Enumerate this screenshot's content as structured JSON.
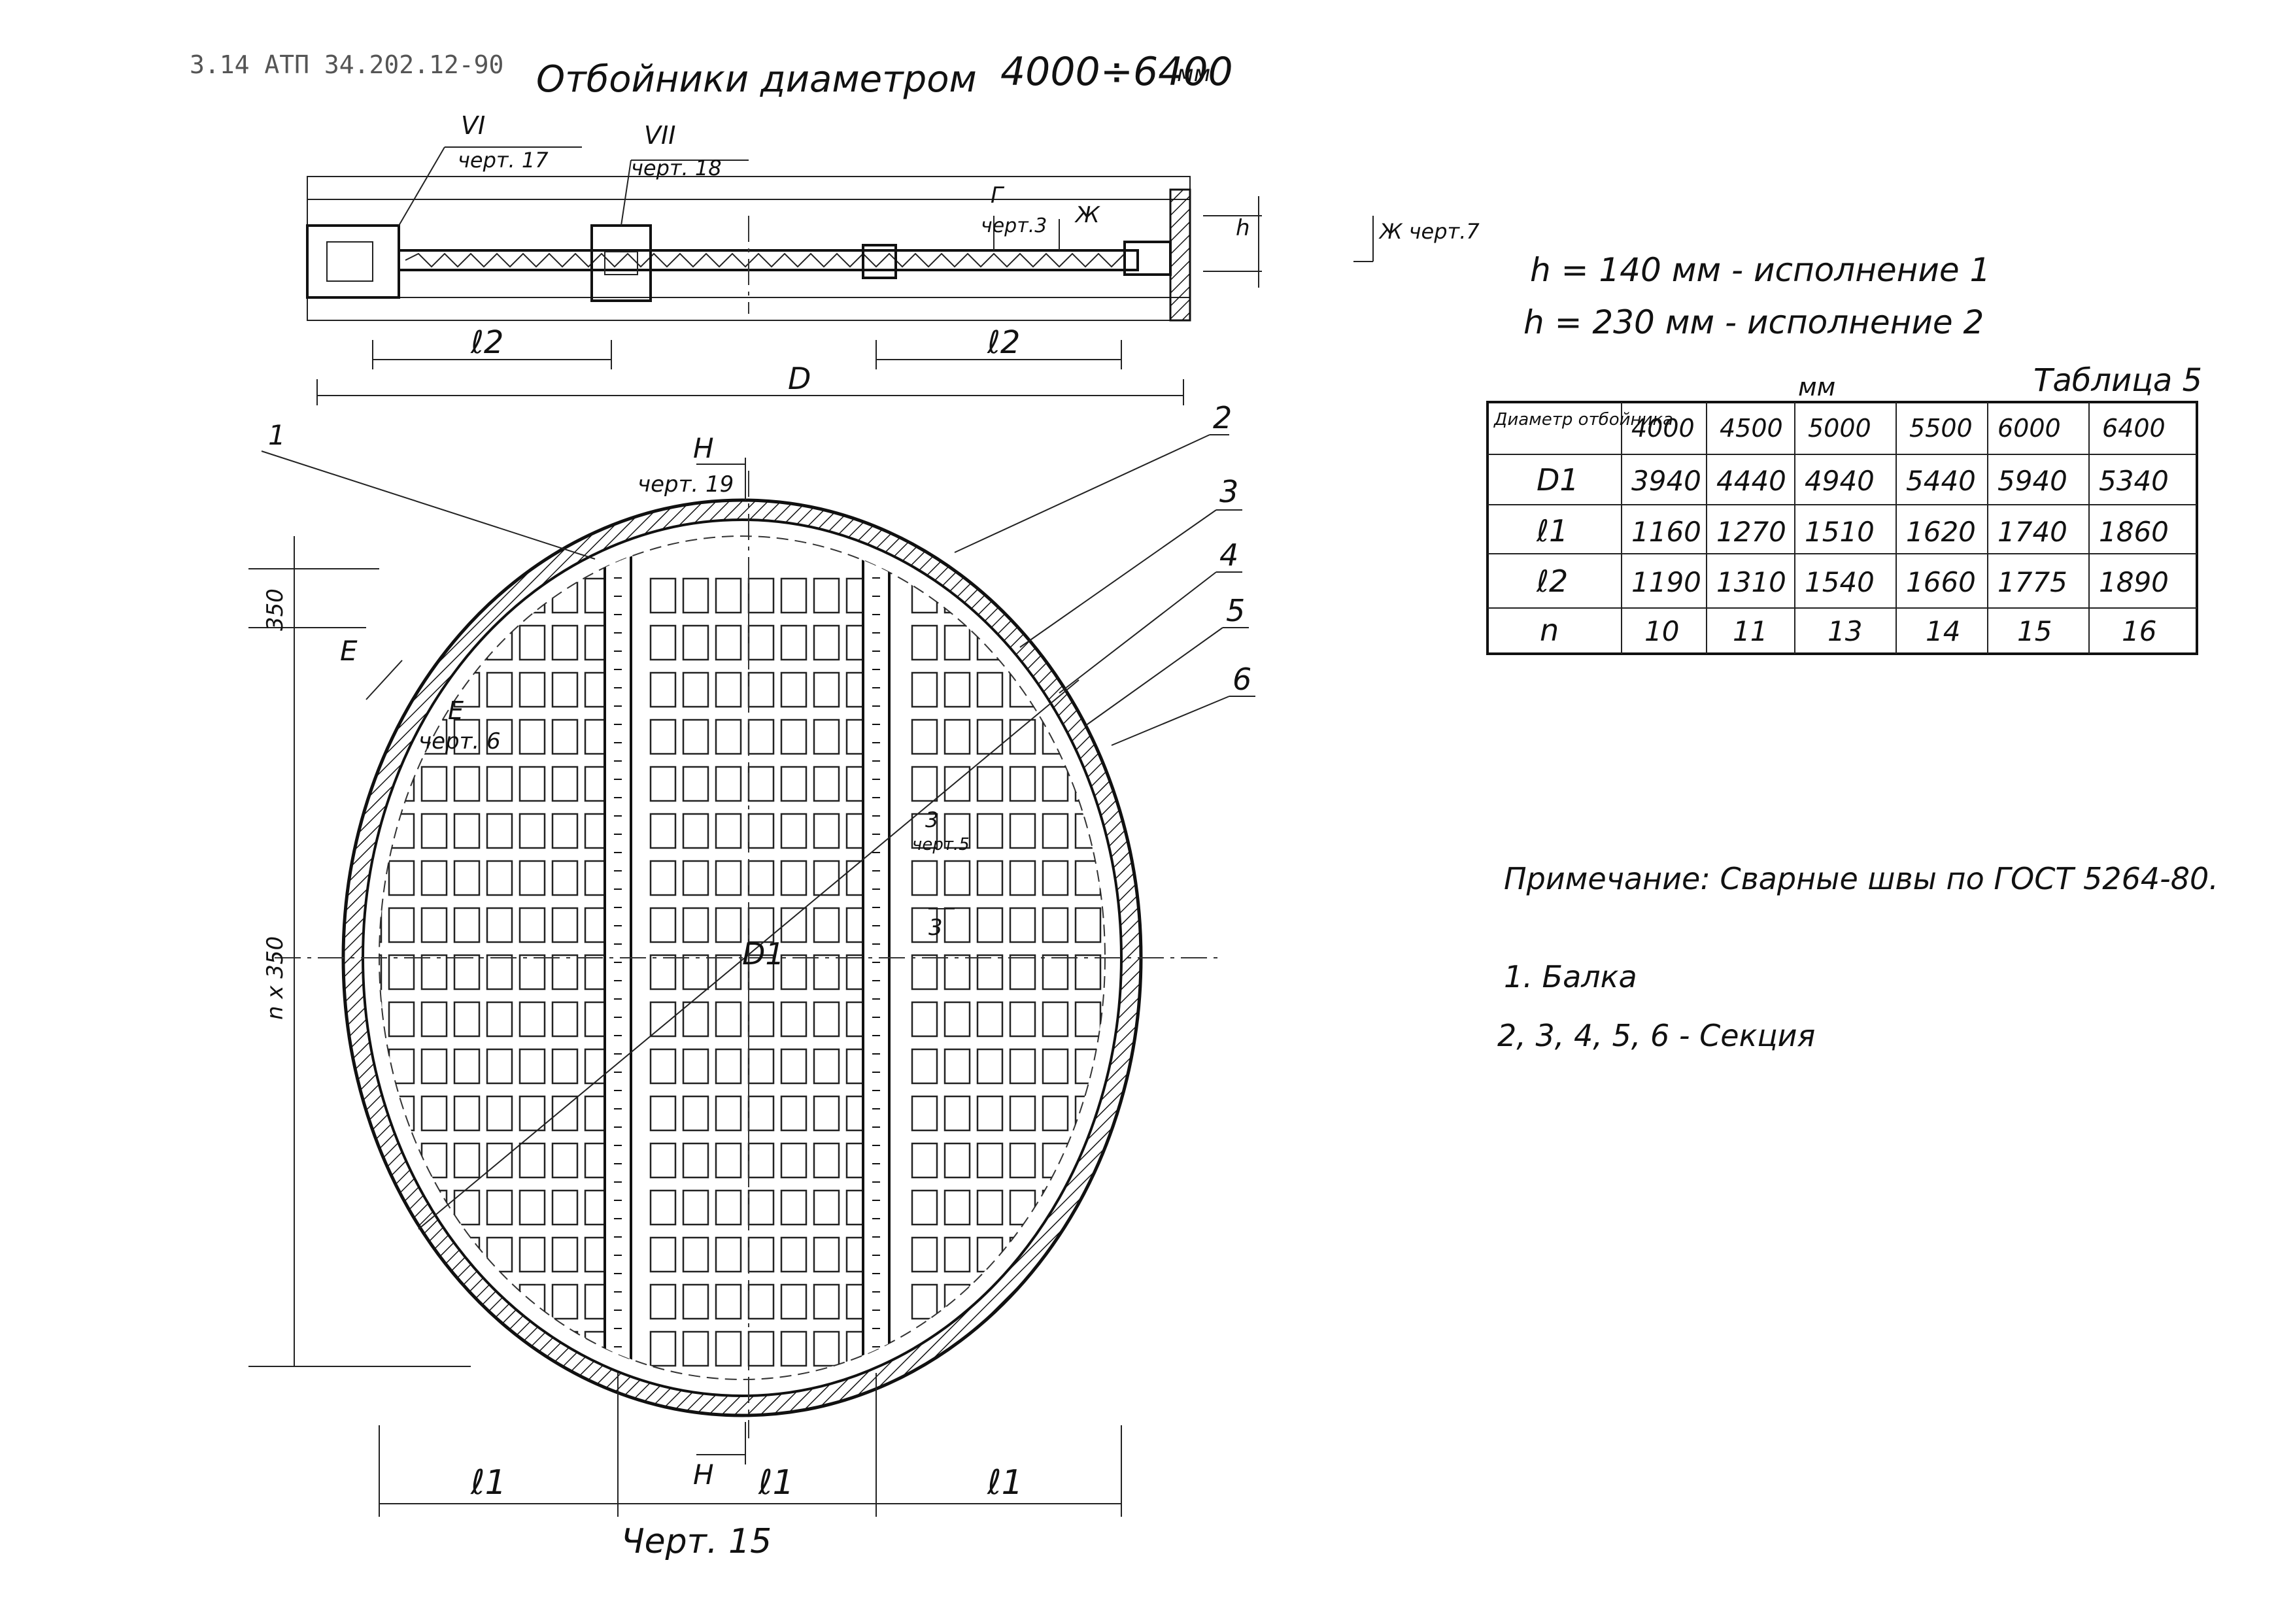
{
  "header": {
    "code": "3.14 АТП 34.202.12-90",
    "title": "Отбойники диаметром",
    "range": "4000÷6400",
    "unit": "мм"
  },
  "top_view": {
    "ref_vi": "VI",
    "ref_vi_sheet": "черт. 17",
    "ref_vii": "VII",
    "ref_vii_sheet": "черт. 18",
    "ref_g": "Г",
    "ref_g_sheet": "черт.3",
    "ref_zh": "Ж",
    "ref_zh_view": "Ж черт.7",
    "dim_l2_left": "ℓ2",
    "dim_l2_right": "ℓ2",
    "dim_D": "D",
    "dim_h": "h"
  },
  "notes_h": {
    "line1": "h = 140 мм - исполнение 1",
    "line2": "h = 230 мм - исполнение 2"
  },
  "table": {
    "unit": "мм",
    "caption": "Таблица 5",
    "header_label": "Диаметр отбойника",
    "columns": [
      "4000",
      "4500",
      "5000",
      "5500",
      "6000",
      "6400"
    ],
    "rows": [
      {
        "label": "D1",
        "values": [
          "3940",
          "4440",
          "4940",
          "5440",
          "5940",
          "5340"
        ]
      },
      {
        "label": "ℓ1",
        "values": [
          "1160",
          "1270",
          "1510",
          "1620",
          "1740",
          "1860"
        ]
      },
      {
        "label": "ℓ2",
        "values": [
          "1190",
          "1310",
          "1540",
          "1660",
          "1775",
          "1890"
        ]
      },
      {
        "label": "n",
        "values": [
          "10",
          "11",
          "13",
          "14",
          "15",
          "16"
        ]
      }
    ]
  },
  "plan_view": {
    "callouts": [
      "1",
      "2",
      "3",
      "4",
      "5",
      "6"
    ],
    "section_h_top": "Н",
    "section_h_top_sheet": "черт. 19",
    "section_h_bottom": "Н",
    "ref_e": "Е",
    "ref_e_view": "Е",
    "ref_e_sheet": "черт. 6",
    "ref_3": "3",
    "ref_3_sheet": "черт.5",
    "ref_3b": "3",
    "dim_d1": "D1",
    "dim_350": "350",
    "dim_nx350": "n x 350",
    "dim_l1_a": "ℓ1",
    "dim_l1_b": "ℓ1",
    "dim_l1_c": "ℓ1",
    "sheet_label": "Черт. 15"
  },
  "notes": {
    "remark": "Примечание:  Сварные   швы  по  ГОСТ 5264-80.",
    "item1": "1.  Балка",
    "item2": "2, 3, 4, 5, 6 -  Секция"
  }
}
